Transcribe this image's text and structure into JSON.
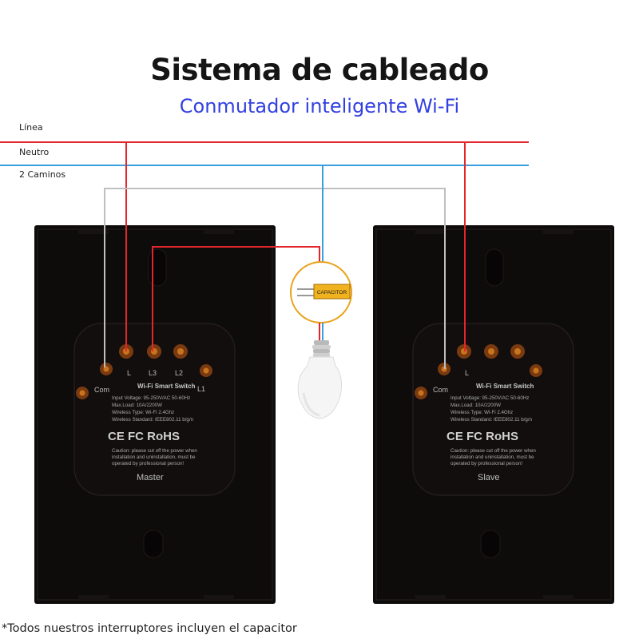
{
  "title": "Sistema de cableado",
  "subtitle": "Conmutador inteligente Wi-Fi",
  "wires": {
    "line_label": "Línea",
    "neutral_label": "Neutro",
    "two_way_label": "2 Caminos"
  },
  "capacitor_label": "CAPACITOR",
  "colors": {
    "line": "#e3262b",
    "neutral": "#3a9fe0",
    "two_way": "#bfbfbf",
    "title": "#151515",
    "subtitle": "#3340e0",
    "switch_body": "#0e0b0b"
  },
  "switches": [
    {
      "name": "Master",
      "terminals": [
        "Com",
        "L",
        "L3",
        "L2",
        "L1"
      ],
      "product": "Wi-Fi Smart Switch",
      "specs": [
        "Input Voltage: 95-250V/AC 50-60Hz",
        "Max.Load: 10A/2200W",
        "Wireless Type: Wi-Fi 2.4Ghz",
        "Wireless Standard: IEEE802.11 b/g/n"
      ],
      "certs": "CE FC RoHS",
      "caution": [
        "Caution: please cut off the power when",
        "installation and uninstallation, must be",
        "operated by professional person!"
      ]
    },
    {
      "name": "Slave",
      "terminals": [
        "Com",
        "L"
      ],
      "product": "Wi-Fi Smart Switch",
      "specs": [
        "Input Voltage: 95-250V/AC 50-60Hz",
        "Max.Load: 10A/2200W",
        "Wireless Type: Wi-Fi 2.4Ghz",
        "Wireless Standard: IEEE802.11 b/g/n"
      ],
      "certs": "CE FC RoHS",
      "caution": [
        "Caution: please cut off the power when",
        "installation and uninstallation, must be",
        "operated by professional person!"
      ]
    }
  ],
  "footnote": "*Todos nuestros interruptores incluyen el capacitor"
}
